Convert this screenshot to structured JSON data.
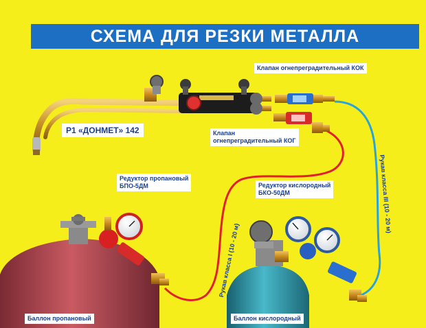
{
  "title": "СХЕМА ДЛЯ РЕЗКИ МЕТАЛЛА",
  "labels": {
    "torch": "Р1 «ДОНМЕТ» 142",
    "valve_kok": "Клапан огнепреградительный КОК",
    "valve_kog_line1": "Клапан",
    "valve_kog_line2": "огнепреградительный КОГ",
    "reducer_propane_line1": "Редуктор пропановый",
    "reducer_propane_line2": "БПО-5ДМ",
    "reducer_oxygen_line1": "Редуктор кислородный",
    "reducer_oxygen_line2": "БКО-50ДМ",
    "cylinder_propane": "Баллон пропановый",
    "cylinder_oxygen": "Баллон кислородный"
  },
  "hoses": {
    "class1": "Рукав класса I  (10 - 20 м)",
    "class3": "Рукав класса III  (10 - 20 м)"
  },
  "colors": {
    "background": "#f6ee1a",
    "banner": "#1d6fc3",
    "propane_cylinder": "#b4474f",
    "oxygen_cylinder": "#2f9fb4",
    "red_hose": "#e0202a",
    "blue_hose": "#2aa4d8",
    "label_text": "#1a3f8f"
  }
}
